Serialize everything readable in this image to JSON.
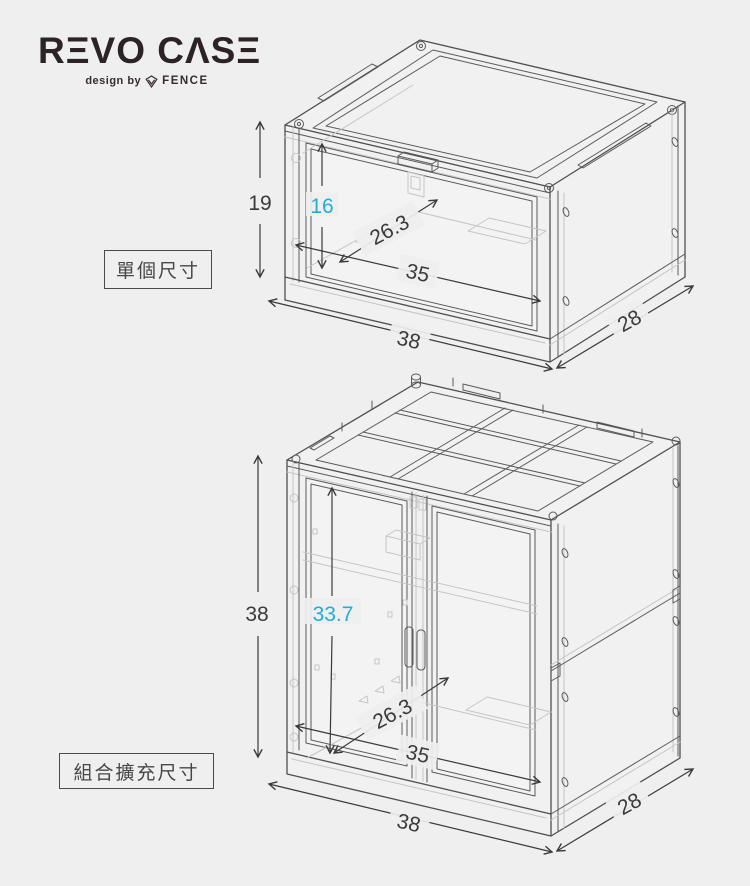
{
  "logo": {
    "title": "RΞVO CΛSΞ",
    "tagline_prefix": "design by",
    "tagline_brand": "FENCE"
  },
  "single_case": {
    "label": "單個尺寸",
    "dimensions": {
      "height": "19",
      "inner_height": "16",
      "inner_depth": "26.3",
      "inner_width": "35",
      "outer_width": "38",
      "outer_depth": "28"
    }
  },
  "combo_case": {
    "label": "組合擴充尺寸",
    "dimensions": {
      "height": "38",
      "inner_height": "33.7",
      "inner_depth": "26.3",
      "inner_width": "35",
      "outer_width": "38",
      "outer_depth": "28"
    }
  },
  "colors": {
    "background": "#efefef",
    "line_dark": "#4f4f4f",
    "line_light": "#c5c5c5",
    "dimension_text": "#3a3a3a",
    "accent_cyan": "#21aed6",
    "logo_ink": "#2c2326"
  }
}
